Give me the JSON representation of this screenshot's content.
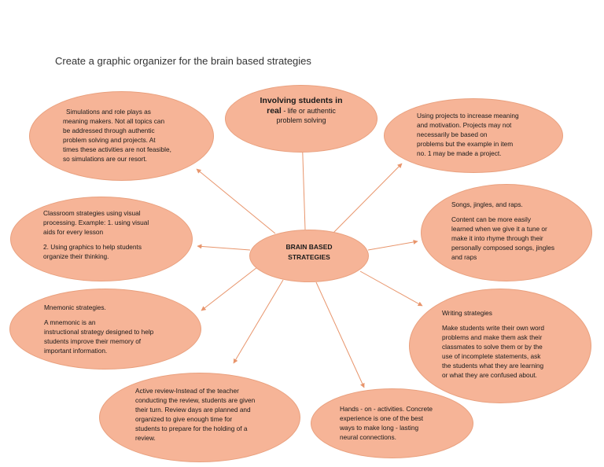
{
  "title": "Create a graphic organizer for the brain based strategies",
  "colors": {
    "node_fill": "#f6b497",
    "node_border": "#e9a07e",
    "arrow": "#e8956c",
    "text": "#1a1a1a"
  },
  "center": {
    "line1": "BRAIN BASED",
    "line2": "STRATEGIES"
  },
  "nodes": {
    "simulations": {
      "lines": [
        "Simulations and role plays as",
        "meaning makers. Not all topics can",
        "be addressed through authentic",
        "problem solving and projects. At",
        "times these activities are not feasible,",
        "so simulations are our resort."
      ]
    },
    "involving": {
      "head1": "Involving students in",
      "head2": "real",
      "head2_rest": " - life or authentic",
      "line3": "problem solving"
    },
    "projects": {
      "lines": [
        "Using projects to increase meaning",
        "and motivation. Projects may not",
        "necessarily be based on",
        "problems but the example in item",
        "no. 1 may be made a project."
      ]
    },
    "visual": {
      "para1": [
        "Classroom strategies using visual",
        "processing. Example: 1. using visual",
        "aids for every lesson"
      ],
      "para2": [
        "2. Using graphics to help students",
        "organize their thinking."
      ]
    },
    "songs": {
      "heading": "Songs, jingles, and raps.",
      "body": [
        "Content can be more easily",
        "learned when we give it a tune or",
        "make it into rhyme through their",
        "personally composed songs, jingles",
        "and raps"
      ]
    },
    "mnemonic": {
      "heading": "Mnemonic strategies.",
      "body": [
        "A mnemonic is an",
        "instructional strategy designed to help",
        "students improve their memory of",
        "important information."
      ]
    },
    "writing": {
      "heading": "Writing strategies",
      "body": [
        "Make students write their own word",
        "problems and make them ask their",
        "classmates to solve them or by the",
        "use of incomplete statements, ask",
        "the students what they are learning",
        "or what they are confused about."
      ]
    },
    "active": {
      "lines": [
        "Active review-Instead of the teacher",
        "conducting the review, students are given",
        "their turn. Review days are planned and",
        "organized to give enough time for",
        "students to prepare for the holding of a",
        "review."
      ]
    },
    "hands": {
      "lines": [
        "Hands - on - activities. Concrete",
        "experience is one of the best",
        "ways to make long - lasting",
        "neural connections."
      ]
    }
  }
}
